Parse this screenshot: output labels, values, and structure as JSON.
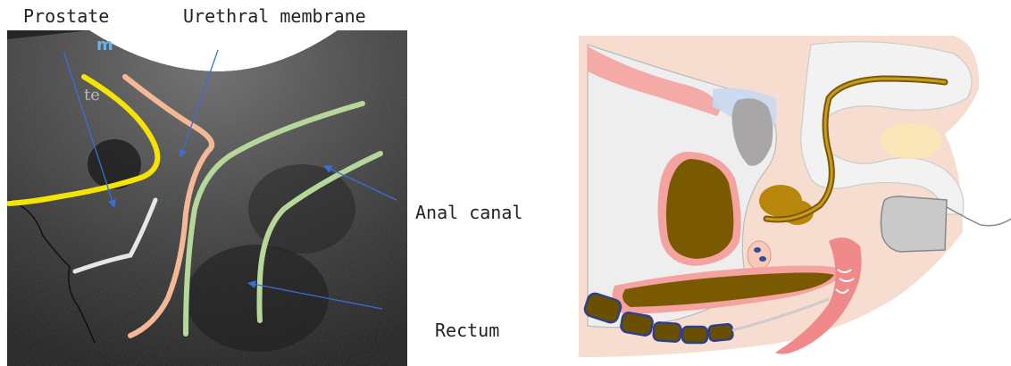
{
  "labels": {
    "prostate": "Prostate",
    "urethral_membrane": "Urethral membrane",
    "anal_canal": "Anal canal",
    "rectum": "Rectum"
  },
  "ultrasound": {
    "watermark": "m",
    "overlay_text": "te"
  },
  "colors": {
    "prostate_outline": "#f5e400",
    "urethra_outline": "#f4b896",
    "anal_canal_outline": "#b5d89a",
    "rectum_line": "#e6e6e6",
    "pointer_arrow": "#3a6fd8",
    "bladder": "#7a5a00",
    "skin": "#f5d8c8",
    "muscle": "#f08a8a"
  }
}
